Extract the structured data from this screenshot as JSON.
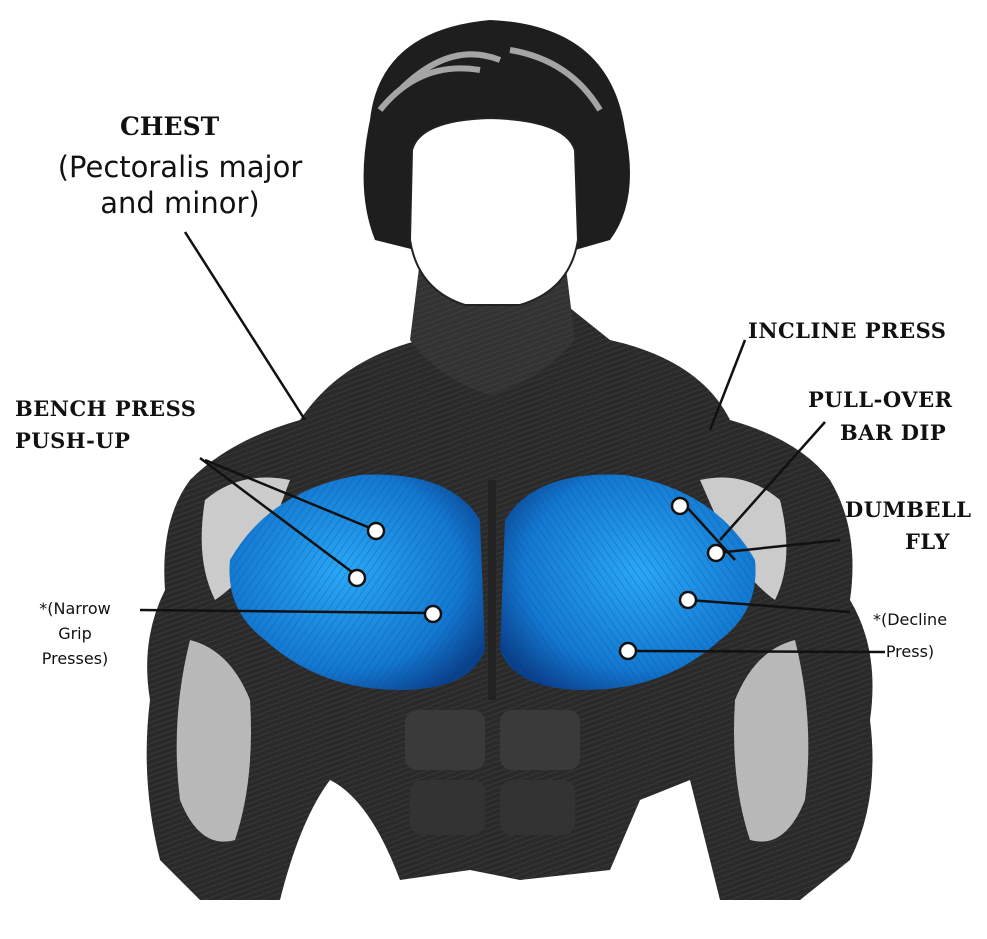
{
  "title": "CHEST",
  "subtitle_line1": "(Pectoralis major",
  "subtitle_line2": "and minor)",
  "labels": {
    "bench_press": "BENCH PRESS",
    "push_up": "PUSH-UP",
    "incline_press": "INCLINE PRESS",
    "pull_over": "PULL-OVER",
    "bar_dip": "BAR DIP",
    "dumbell": "DUMBELL",
    "fly": "FLY",
    "narrow_1": "*(Narrow",
    "narrow_2": "Grip",
    "narrow_3": "Presses)",
    "decline_1": "*(Decline",
    "decline_2": "Press)"
  },
  "colors": {
    "muscle_blue": "#1a8fe0",
    "muscle_dark_blue": "#0a3f8a",
    "ink": "#111111",
    "skin_white": "#ffffff"
  }
}
